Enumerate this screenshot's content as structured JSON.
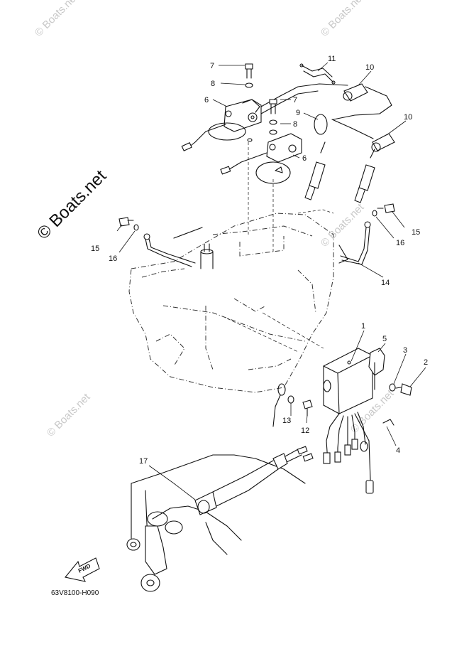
{
  "watermarks": {
    "main": "© Boats.net",
    "small": "© Boats.net"
  },
  "diagram_code": "63V8100-H090",
  "fwd_label": "FWD",
  "callouts": {
    "c1": "1",
    "c2": "2",
    "c3": "3",
    "c4": "4",
    "c5": "5",
    "c6a": "6",
    "c6b": "6",
    "c7a": "7",
    "c7b": "7",
    "c8a": "8",
    "c8b": "8",
    "c9": "9",
    "c10a": "10",
    "c10b": "10",
    "c11": "11",
    "c12": "12",
    "c13": "13",
    "c14": "14",
    "c15a": "15",
    "c15b": "15",
    "c16a": "16",
    "c16b": "16",
    "c17": "17"
  }
}
